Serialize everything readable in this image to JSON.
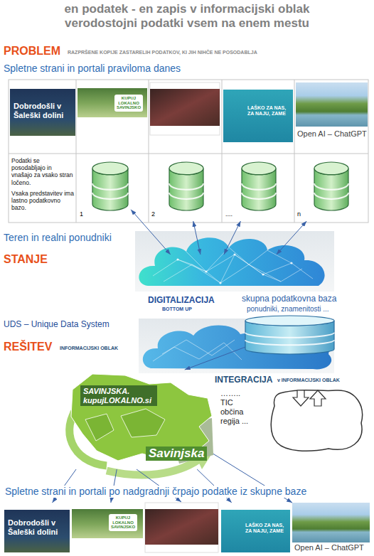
{
  "diagram": {
    "title": "en podatek - en zapis v informacijski oblak",
    "nodes": [
      {
        "text": [
          "Dobrodošli v Šaleški dolini"
        ]
      },
      {
        "text": [
          "KUPUJ LOKALNO SAVINJSKO"
        ]
      },
      {
        "text": [
          "LAŠKO ZA NAS, ZA NAJU, ZAME"
        ]
      },
      {
        "text": [
          "Open AI – ChatGPT"
        ]
      },
      {
        "text": [
          "1"
        ]
      },
      {
        "text": [
          "2"
        ]
      },
      {
        "text": [
          "...."
        ]
      },
      {
        "text": [
          "n"
        ]
      },
      {
        "text": [
          "DIGITALIZACIJA",
          "BOTTOM UP"
        ]
      },
      {
        "text": [
          "skupna podatkovna baza",
          "ponudniki, znamenitosti ..."
        ]
      },
      {
        "text": [
          "SAVINJSKA. kupujLOKALNO.si",
          "Savinjska"
        ]
      },
      {
        "text": [
          "INTEGRACIJA",
          "v INFORMACIJSKI OBLAK",
          "…….. TIC občina regija ..."
        ]
      },
      {
        "text": [
          "Dobrodošli v Šaleški dolini"
        ]
      },
      {
        "text": [
          "KUPUJ LOKALNO SAVINJSKO"
        ]
      },
      {
        "text": [
          "LAŠKO ZA NAS, ZA NAJU, ZAME"
        ]
      },
      {
        "text": [
          "Open AI – ChatGPT"
        ]
      }
    ],
    "edges": [
      {
        "from": 4,
        "to": 8,
        "arrow": "both"
      },
      {
        "from": 5,
        "to": 8,
        "arrow": "both"
      },
      {
        "from": 6,
        "to": 8,
        "arrow": "both"
      },
      {
        "from": 7,
        "to": 8,
        "arrow": "both"
      },
      {
        "from": 9,
        "to": 10,
        "arrow": "to"
      },
      {
        "from": 10,
        "to": 12,
        "arrow": "to"
      },
      {
        "from": 10,
        "to": 13,
        "arrow": "to"
      },
      {
        "from": 10,
        "to": 14,
        "arrow": "to"
      },
      {
        "from": 10,
        "to": 15,
        "arrow": "to"
      }
    ],
    "labels": [
      "verodostojni podatki vsem na enem mestu",
      "PROBLEM",
      "RAZPRŠENE KOPIJE ZASTARELIH PODATKOV, KI JIH NIHČE NE POSODABLJA",
      "Spletne strani in portali praviloma danes",
      "Podatki se posodabljajo in vnašajo za vsako stran ločeno.",
      "Vsaka predstavitev ima lastno podatkovno bazo.",
      "Teren in realni ponudniki",
      "STANJE",
      "UDS – Unique Data System",
      "REŠITEV",
      "INFORMACIJSKI OBLAK",
      "Spletne strani in portali po nadgradnji črpajo podatke iz skupne baze"
    ]
  }
}
